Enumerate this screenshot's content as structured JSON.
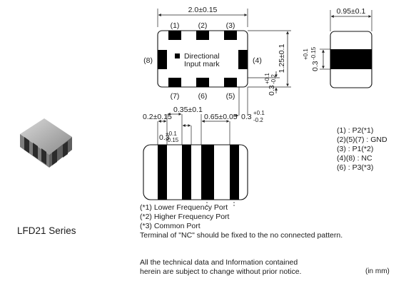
{
  "top_view": {
    "width_dim": "2.0±0.15",
    "height_dim": "1.25±0.1",
    "pin_labels_top": [
      "(1)",
      "(2)",
      "(3)"
    ],
    "pin_labels_bottom": [
      "(7)",
      "(6)",
      "(5)"
    ],
    "pin_label_left": "(8)",
    "pin_label_right": "(4)",
    "mark_text_line1": "Directional",
    "mark_text_line2": "Input mark",
    "terminal_dim_base": "0.3",
    "terminal_dim_tol_upper": "+0.1",
    "terminal_dim_tol_lower": "-0.2"
  },
  "side_view": {
    "width_dim": "0.95±0.1",
    "band_dim_base": "0.3",
    "band_dim_tol_upper": "+0.1",
    "band_dim_tol_lower": "-0.15"
  },
  "bottom_view": {
    "pitch_dim": "0.35±0.1",
    "edge_dim": "0.2±0.15",
    "span_dim": "0.65±0.05",
    "terminal_base": "0.3",
    "terminal_tol_upper": "+0.1",
    "terminal_tol_lower": "-0.15",
    "side_base": "0.3",
    "side_tol_upper": "+0.1",
    "side_tol_lower": "-0.2"
  },
  "pin_assignment": [
    "(1) : P2(*1)",
    "(2)(5)(7) : GND",
    "(3) : P1(*2)",
    "(4)(8) : NC",
    "(6) : P3(*3)"
  ],
  "notes": [
    "(*1) Lower Frequency Port",
    "(*2) Higher Frequency Port",
    "(*3) Common Port",
    "Terminal of \"NC\" should be fixed to the no connected pattern."
  ],
  "disclaimer_line1": "All the technical data and Information contained",
  "disclaimer_line2": "herein are subject to change without prior notice.",
  "unit": "(in mm)",
  "series_name": "LFD21 Series"
}
